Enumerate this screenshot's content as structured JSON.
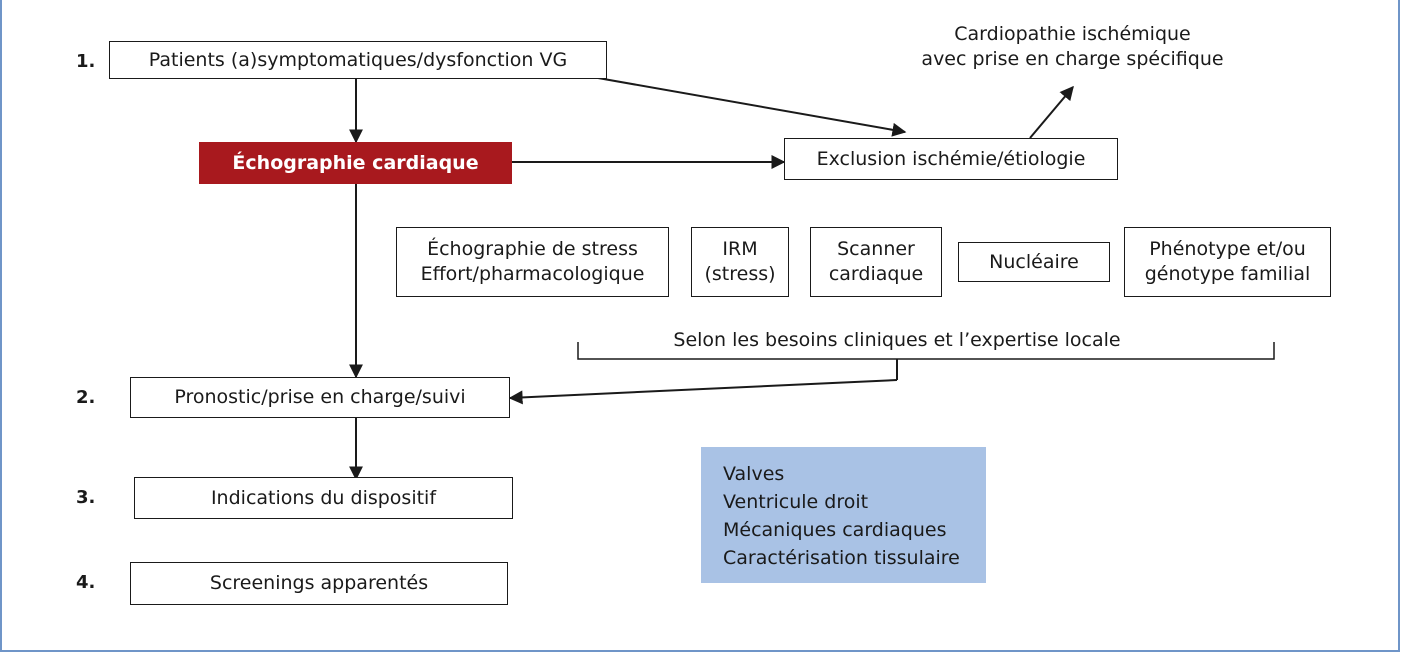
{
  "steps": [
    {
      "number": "1.",
      "label": "Patients (a)symptomatiques/dysfonction VG"
    },
    {
      "number": "2.",
      "label": "Pronostic/prise en charge/suivi"
    },
    {
      "number": "3.",
      "label": "Indications du dispositif"
    },
    {
      "number": "4.",
      "label": "Screenings apparentés"
    }
  ],
  "echo": "Échographie cardiaque",
  "exclusion": "Exclusion ischémie/étiologie",
  "ischemic_note": [
    "Cardiopathie ischémique",
    "avec prise en charge spécifique"
  ],
  "modalities": [
    [
      "Échographie de stress",
      "Effort/pharmacologique"
    ],
    [
      "IRM",
      "(stress)"
    ],
    [
      "Scanner",
      "cardiaque"
    ],
    [
      "Nucléaire"
    ],
    [
      "Phénotype et/ou",
      "génotype familial"
    ]
  ],
  "selection_note": "Selon les besoins cliniques et l’expertise locale",
  "echo_parameters": [
    "Valves",
    "Ventricule droit",
    "Mécaniques cardiaques",
    "Caractérisation tissulaire"
  ],
  "colors": {
    "accent": "#a8191e",
    "panel": "#a9c2e5",
    "frame": "#6f95c8"
  }
}
